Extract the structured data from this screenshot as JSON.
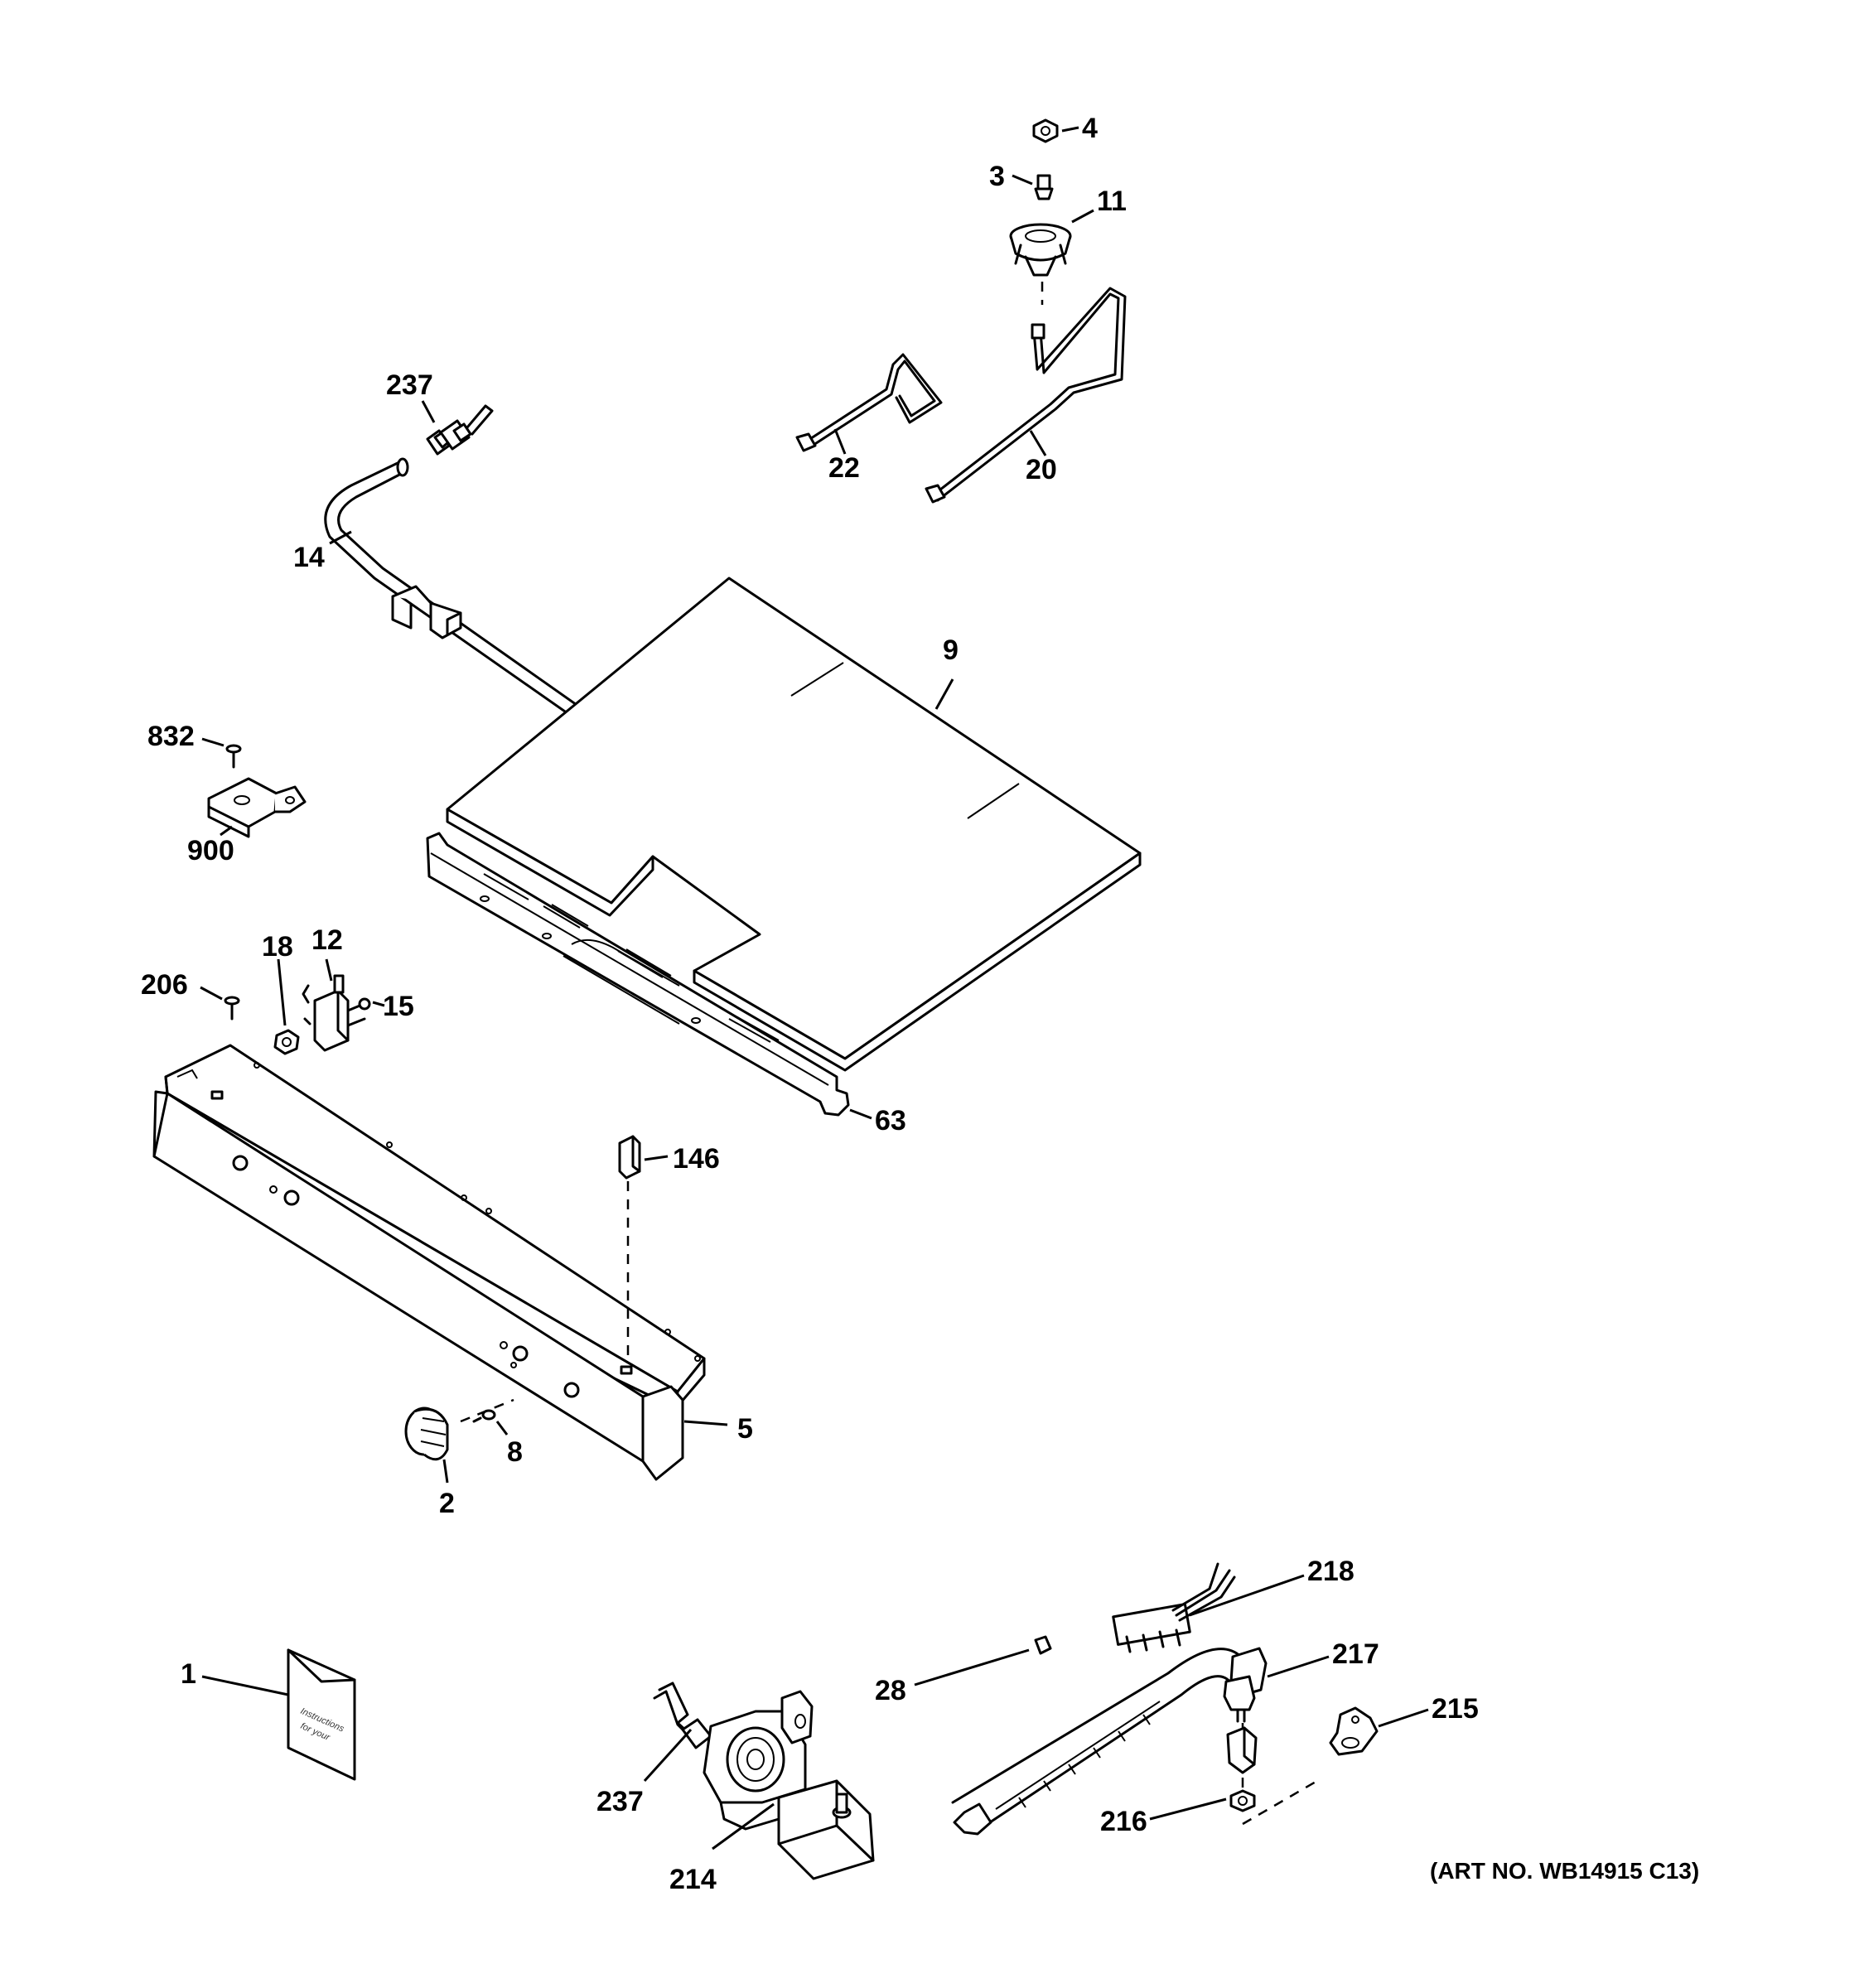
{
  "callouts": {
    "c4": "4",
    "c3": "3",
    "c11": "11",
    "c237a": "237",
    "c22": "22",
    "c20": "20",
    "c14": "14",
    "c9": "9",
    "c832": "832",
    "c900": "900",
    "c18": "18",
    "c12": "12",
    "c206": "206",
    "c15": "15",
    "c63": "63",
    "c146": "146",
    "c5": "5",
    "c8": "8",
    "c2": "2",
    "c218": "218",
    "c1": "1",
    "c28": "28",
    "c217": "217",
    "c215": "215",
    "c237b": "237",
    "c216": "216",
    "c214": "214"
  },
  "art_number": "(ART NO. WB14915 C13)",
  "colors": {
    "line": "#000000",
    "background": "#ffffff"
  }
}
